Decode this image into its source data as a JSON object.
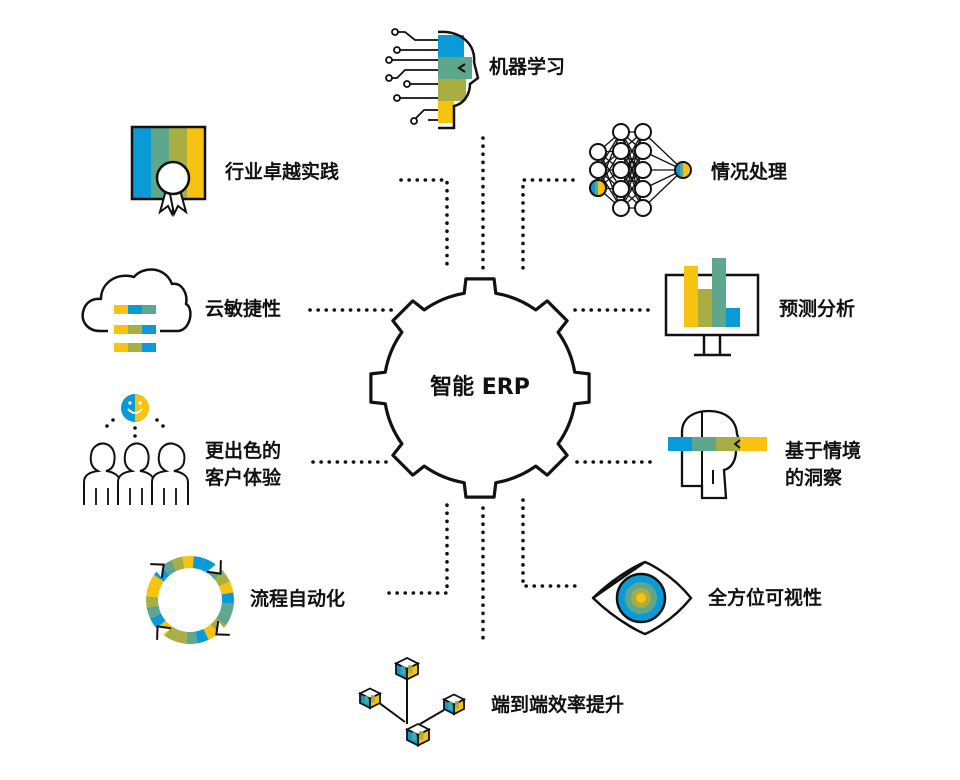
{
  "center": {
    "label": "智能 ERP"
  },
  "colors": {
    "blue": "#0a9ad7",
    "teal": "#5ea78c",
    "olive": "#a9ae42",
    "yellow": "#f8c211",
    "ink": "#111111"
  },
  "items": [
    {
      "id": "machine-learning",
      "label": "机器学习",
      "icon": "head-circuit-icon"
    },
    {
      "id": "situation-handling",
      "label": "情况处理",
      "icon": "neural-network-icon"
    },
    {
      "id": "predictive-analytics",
      "label": "预测分析",
      "icon": "monitor-bar-chart-icon"
    },
    {
      "id": "contextual-insight",
      "label_lines": [
        "基于情境",
        "的洞察"
      ],
      "icon": "head-insight-icon"
    },
    {
      "id": "full-visibility",
      "label": "全方位可视性",
      "icon": "eye-icon"
    },
    {
      "id": "end-to-end-efficiency",
      "label": "端到端效率提升",
      "icon": "connected-cubes-icon"
    },
    {
      "id": "process-automation",
      "label": "流程自动化",
      "icon": "cycle-arrows-icon"
    },
    {
      "id": "better-customer-experience",
      "label_lines": [
        "更出色的",
        "客户体验"
      ],
      "icon": "happy-customers-icon"
    },
    {
      "id": "cloud-agility",
      "label": "云敏捷性",
      "icon": "cloud-icon"
    },
    {
      "id": "industry-best-practice",
      "label": "行业卓越实践",
      "icon": "certificate-icon"
    }
  ]
}
